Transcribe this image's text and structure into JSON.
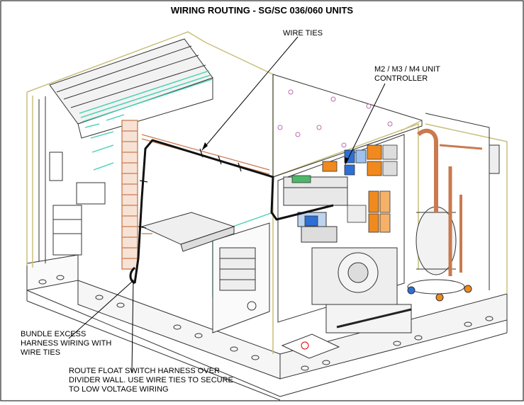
{
  "title": "WIRING ROUTING - SG/SC 036/060 UNITS",
  "labels": {
    "wire_ties": "WIRE TIES",
    "controller_line1": "M2 / M3 / M4 UNIT",
    "controller_line2": "CONTROLLER",
    "bundle_line1": "BUNDLE EXCESS",
    "bundle_line2": "HARNESS WIRING WITH",
    "bundle_line3": "WIRE TIES",
    "route_line1": "ROUTE FLOAT SWITCH HARNESS OVER",
    "route_line2": "DIVIDER WALL. USE WIRE TIES TO SECURE",
    "route_line3": "TO LOW VOLTAGE WIRING"
  },
  "colors": {
    "frame_outline": "#c8bf7a",
    "coil_teal": "#3fd0b0",
    "copper": "#c97a4f",
    "harness": "#111111",
    "relay_orange": "#f08a1e",
    "relay_blue": "#2e6fd6",
    "outline": "#333333"
  }
}
